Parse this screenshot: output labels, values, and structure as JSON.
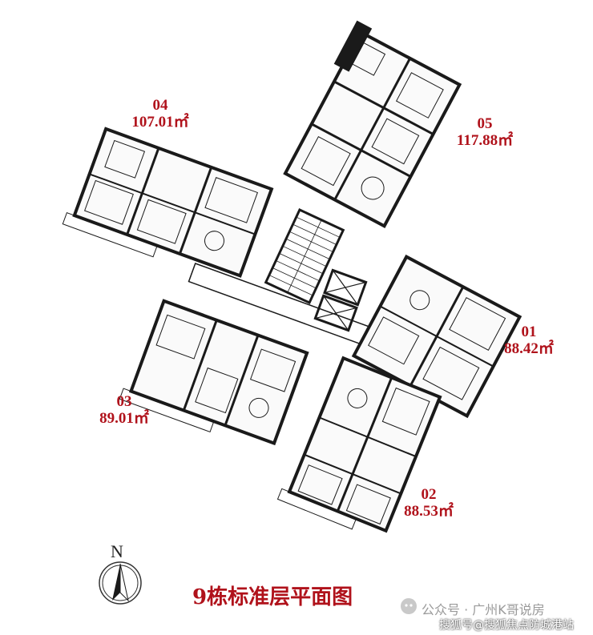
{
  "title": "9栋标准层平面图",
  "north": "N",
  "units": [
    {
      "id": "04",
      "area": "107.01㎡"
    },
    {
      "id": "05",
      "area": "117.88㎡"
    },
    {
      "id": "01",
      "area": "88.42㎡"
    },
    {
      "id": "03",
      "area": "89.01㎡"
    },
    {
      "id": "02",
      "area": "88.53㎡"
    }
  ],
  "watermark": {
    "line1": "公众号 · 广州K哥说房",
    "line2": "搜狐号@搜狐焦点防城港站"
  },
  "colors": {
    "label": "#b0121b",
    "wall": "#1a1a1a",
    "line": "#555555"
  }
}
